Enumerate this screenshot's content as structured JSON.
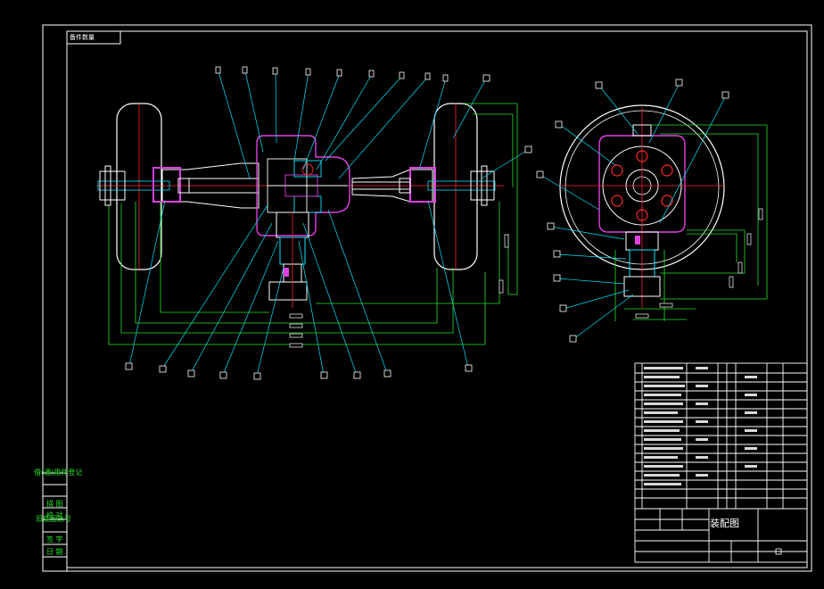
{
  "drawing": {
    "corner_tag": "备件数量",
    "title_block_name": "装配图",
    "colors": {
      "background": "#000000",
      "frame": "#ffffff",
      "leader": "#00e5ff",
      "dimension": "#27e02a",
      "centerline": "#ff2a2a",
      "highlight": "#e040e0",
      "housing": "#ffffff"
    },
    "side_labels": [
      "借(通)用件登记",
      "",
      "描 图",
      "校 对",
      "旧底图总号",
      "",
      "签 字",
      "日 期"
    ]
  }
}
